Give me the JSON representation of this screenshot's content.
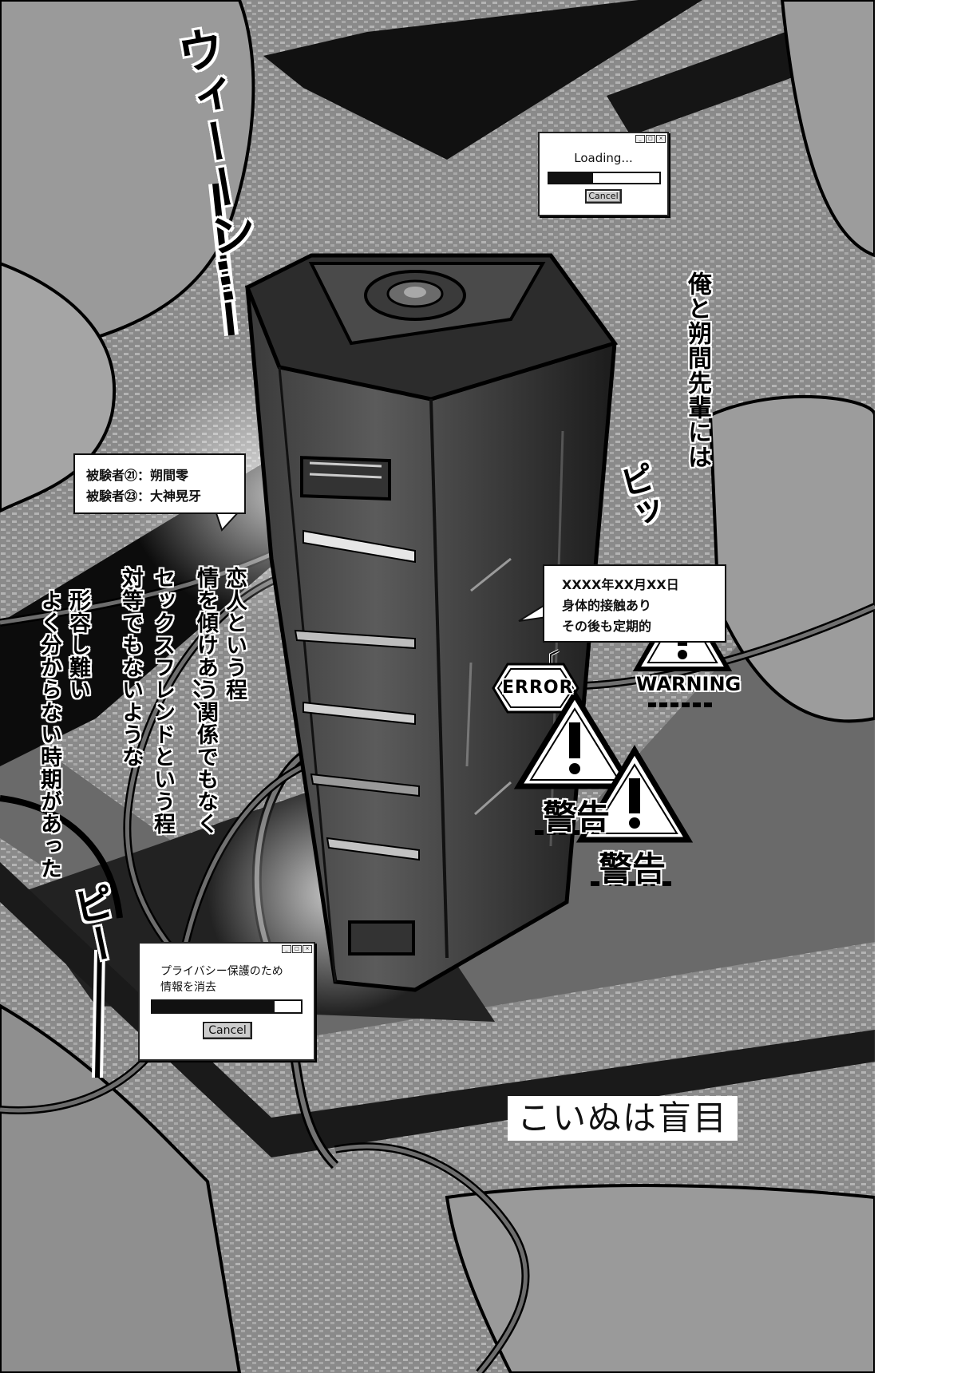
{
  "loading_dialog": {
    "title": "Loading...",
    "progress": 0.4,
    "cancel_label": "Cancel"
  },
  "privacy_dialog": {
    "title_line1": "プライバシー保護のため",
    "title_line2": "情報を消去",
    "progress": 0.82,
    "cancel_label": "Cancel"
  },
  "subject_box": {
    "line1": "被験者㉑：朔間零",
    "line2": "被験者㉓：大神晃牙"
  },
  "date_box": {
    "line1": "XXXX年XX月XX日",
    "line2": "身体的接触あり",
    "line3": "その後も定期的"
  },
  "narration": {
    "right": "俺と朔間先輩には",
    "col1": "恋人という程",
    "col2": "情を傾けあう関係でもなく",
    "col3": "セックスフレンドという程",
    "col4": "対等でもないような",
    "col5": "、、、",
    "col6": "形容し難い",
    "col7": "よく分からない時期があった"
  },
  "sfx": {
    "whirr": "ウィーーン…",
    "beep1": "ピッ",
    "beep2": "ピー"
  },
  "badges": {
    "error": "ERROR",
    "warning": "WARNING",
    "keikoku1": "警告",
    "keikoku2": "警告"
  },
  "title_plate": "こいぬは盲目",
  "icons": [
    "warning-triangle-icon",
    "error-hexagon-icon",
    "window-minimize-icon",
    "window-maximize-icon",
    "window-close-icon"
  ]
}
